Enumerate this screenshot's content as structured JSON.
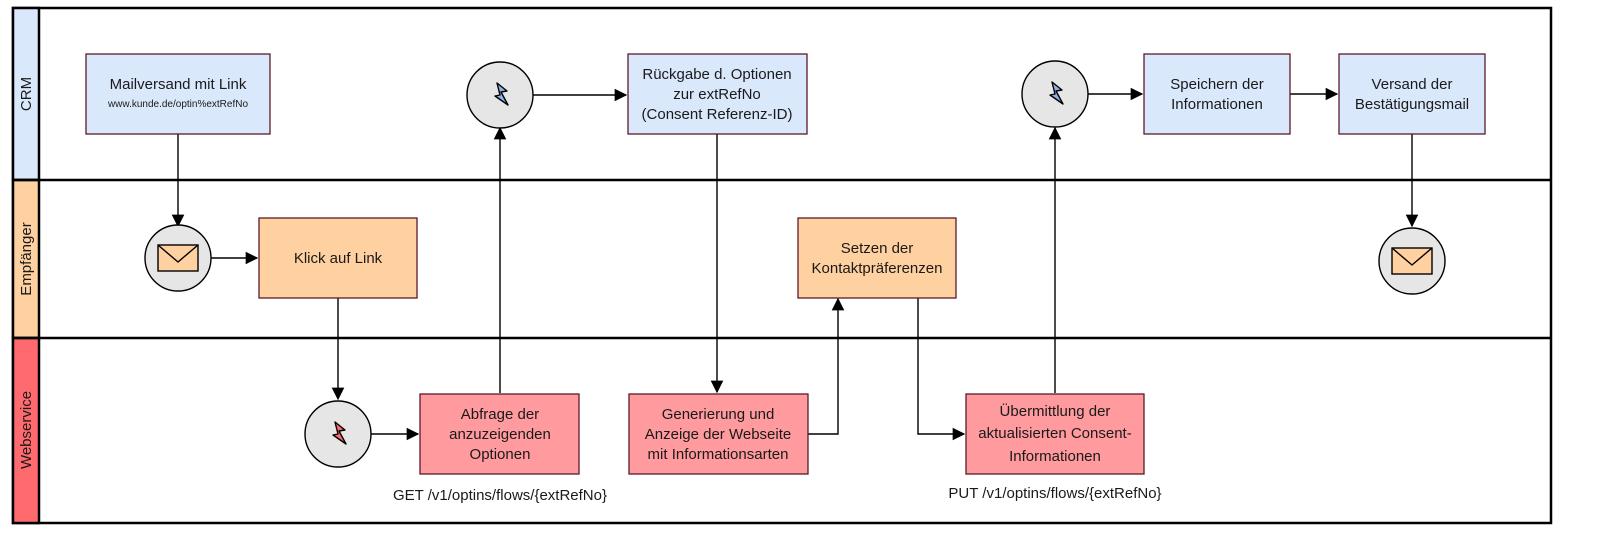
{
  "lanes": {
    "crm": "CRM",
    "recipient": "Empfänger",
    "webservice": "Webservice"
  },
  "nodes": {
    "mail_send": [
      "Mailversand mit Link"
    ],
    "mail_send_url": "www.kunde.de/optin%extRefNo",
    "return_options": [
      "Rückgabe d. Optionen",
      "zur extRefNo",
      "(Consent Referenz-ID)"
    ],
    "save_info": [
      "Speichern der",
      "Informationen"
    ],
    "send_confirmation": [
      "Versand der",
      "Bestätigungsmail"
    ],
    "click_link": [
      "Klick auf Link"
    ],
    "set_preferences": [
      "Setzen der",
      "Kontaktpräferenzen"
    ],
    "query_options": [
      "Abfrage der",
      "anzuzeigenden",
      "Optionen"
    ],
    "generate_page": [
      "Generierung und",
      "Anzeige der Webseite",
      "mit Informationsarten"
    ],
    "transmit_consent": [
      "Übermittlung der",
      "aktualisierten Consent-",
      "Informationen"
    ]
  },
  "api_labels": {
    "get": "GET /v1/optins/flows/{extRefNo}",
    "put": "PUT /v1/optins/flows/{extRefNo}"
  },
  "icons": {
    "event_crm_1": "lightning-icon",
    "event_crm_2": "lightning-icon",
    "event_webservice": "lightning-icon",
    "envelope_recipient_1": "envelope-icon",
    "envelope_recipient_2": "envelope-icon"
  },
  "colors": {
    "crm_fill": "#dae8fc",
    "crm_band": "#dae8fc",
    "recipient_fill": "#ffd0a0",
    "recipient_band": "#ffd0a0",
    "webservice_fill": "#ff9a9e",
    "webservice_band": "#ff6a6e",
    "event_fill": "#e6e6e6",
    "lightning_blue": "#8fb2e6",
    "lightning_red": "#ff6a6e",
    "envelope_fill": "#ffd0a0"
  }
}
